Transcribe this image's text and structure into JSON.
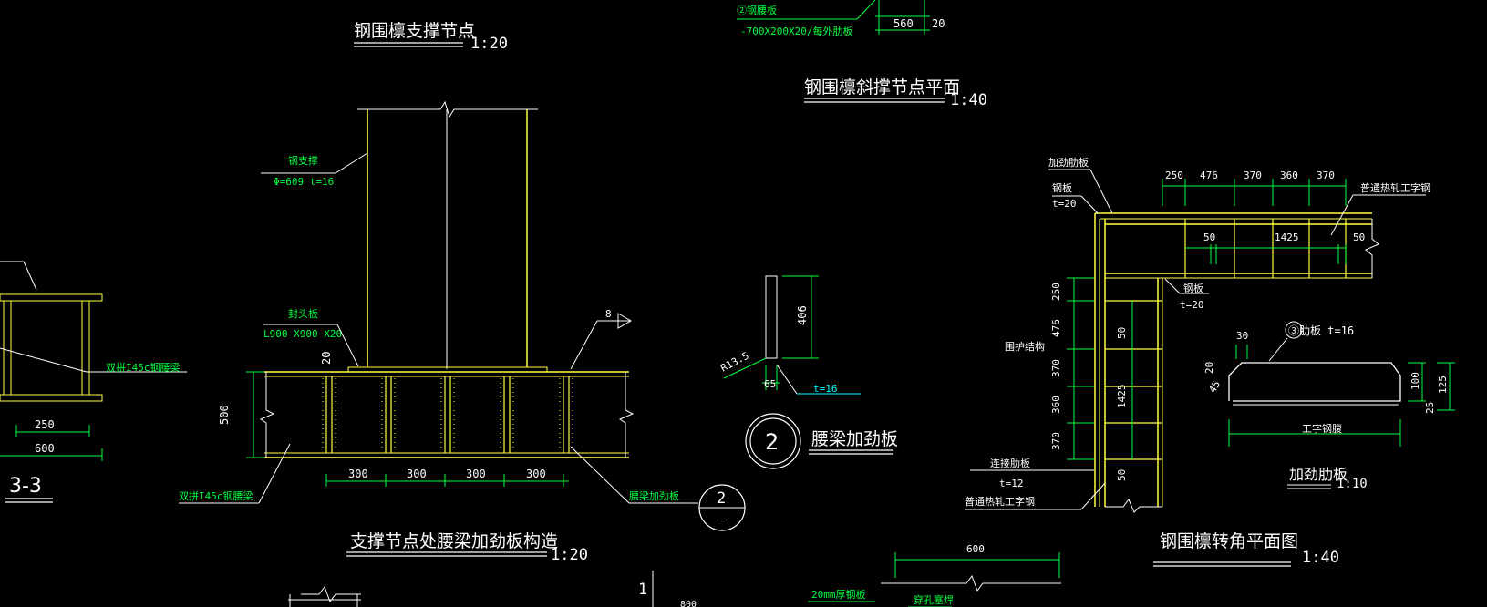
{
  "titles": {
    "bracket_node": "钢围檩支撑节点",
    "bracket_node_scale": "1:20",
    "diag_brace_plan": "钢围檩斜撑节点平面",
    "diag_brace_plan_scale": "1:40",
    "waist_stiffener": "腰梁加劲板",
    "support_detail": "支撑节点处腰梁加劲板构造",
    "support_detail_scale": "1:20",
    "corner_plan": "钢围檩转角平面图",
    "corner_plan_scale": "1:40",
    "stiffener_plate": "加劲肋板",
    "stiffener_plate_scale": "1:10",
    "section_33": "3-3"
  },
  "labels": {
    "steel_brace": "钢支撑",
    "steel_brace_spec": "Φ=609  t=16",
    "end_plate": "封头板",
    "end_plate_spec": "L900 X900 X20",
    "double_beam_right": "双拼I45c钢腰梁",
    "double_beam_left": "双拼I45c钢腰梁",
    "waist_plate": "腰梁加劲板",
    "top_mark2": "②钢腰板",
    "top_spec": "-700X200X20/每外肋板",
    "stiff_plate": "加劲肋板",
    "steel_plate": "钢板",
    "t20": "t=20",
    "t20b": "t=20",
    "i_beam_top": "普通热轧工字钢",
    "i_beam_bottom": "普通热轧工字钢",
    "steel_plate2": "钢板",
    "weld_label": "围护结构",
    "conn_plate": "连接肋板",
    "t12": "t=12",
    "mark3": "③肋板  t=16",
    "i_steel": "工字钢腹",
    "t16": "t=16",
    "r135": "R13.5",
    "weld20": "20mm厚钢板",
    "hole_weld": "穿孔塞焊",
    "mark8": "8",
    "mark2a": "2",
    "mark2b": "2",
    "dash": "-",
    "one": "1",
    "small_mark": "800"
  },
  "dims": {
    "d560": "560",
    "d20a": "20",
    "d250": "250",
    "d476": "476",
    "d370": "370",
    "d360": "360",
    "d370b": "370",
    "d50a": "50",
    "d1425": "1425",
    "d50b": "50",
    "v250": "250",
    "v476": "476",
    "v370": "370",
    "v360": "360",
    "v370b": "370",
    "v50a": "50",
    "v1425": "1425",
    "v50b": "50",
    "s250": "250",
    "s600": "600",
    "b500": "500",
    "b20": "20",
    "b300a": "300",
    "b300b": "300",
    "b300c": "300",
    "b300d": "300",
    "p406": "406",
    "p65": "65",
    "r30": "30",
    "r20": "20",
    "r45": "45",
    "r100": "100",
    "r125": "125",
    "r25": "25",
    "bottom600": "600"
  },
  "colors": {
    "line": "#ffffff",
    "member": "#ffff40",
    "annotation": "#00ff40",
    "background": "#000000"
  }
}
